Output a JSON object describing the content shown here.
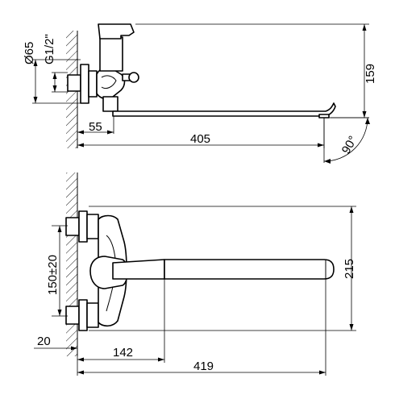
{
  "dimensions": {
    "side_view": {
      "diameter": "Ø65",
      "thread": "G1/2\"",
      "height": "159",
      "wall_offset": "55",
      "spout_length": "405",
      "rotation": "90°"
    },
    "front_view": {
      "center_distance": "150±20",
      "total_height": "215",
      "wall_gap": "20",
      "handle_distance": "142",
      "total_length": "419"
    }
  }
}
